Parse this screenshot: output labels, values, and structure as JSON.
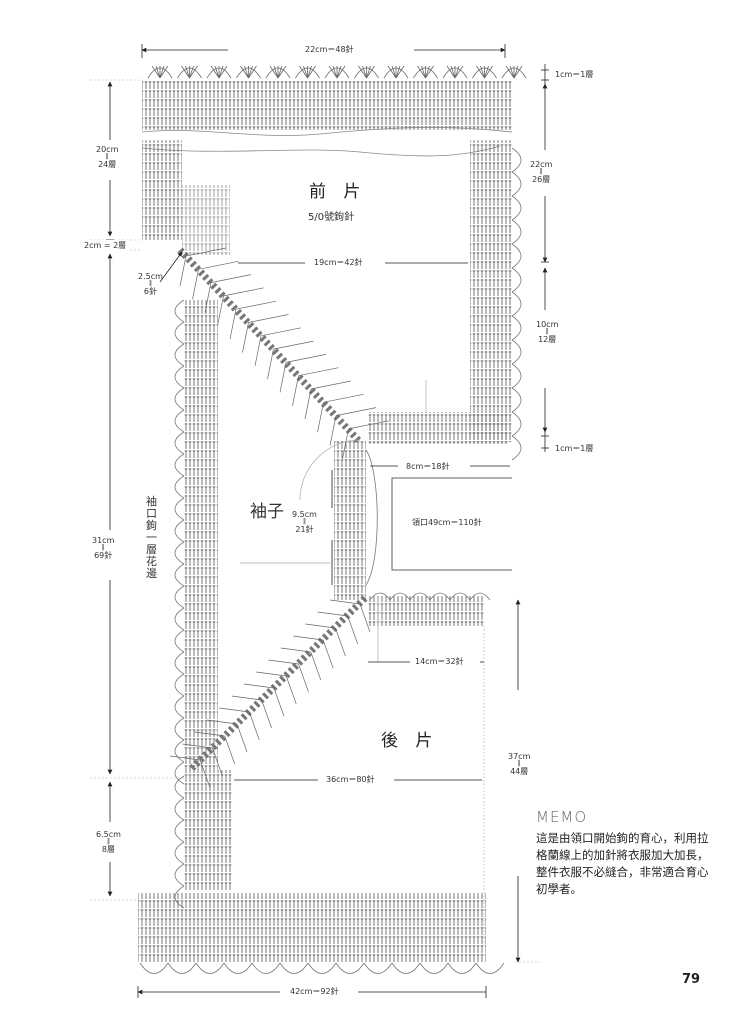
{
  "front_piece": {
    "name": "前 片",
    "hook": "5/0號鉤針"
  },
  "sleeve": {
    "name": "袖子"
  },
  "back_piece": {
    "name": "後 片"
  },
  "cuff_note": "袖口鉤一層花邊",
  "measurements": {
    "top_width": "22cm＝48針",
    "top_border": "1cm＝1層",
    "front_height_right": [
      "22cm",
      "26層"
    ],
    "front_height_left": [
      "20cm",
      "24層"
    ],
    "front_step": [
      "2cm",
      "2層"
    ],
    "front_shoulder": [
      "2.5cm",
      "6針"
    ],
    "front_inner_width": "19cm＝42針",
    "front_hem": [
      "10cm",
      "12層"
    ],
    "bottom_border": "1cm＝1層",
    "neck_width": "8cm＝18針",
    "sleeve_depth": [
      "9.5cm",
      "21針"
    ],
    "neckline": "領口49cm＝110針",
    "sleeve_length": [
      "31cm",
      "69針"
    ],
    "back_neck": "14cm＝32針",
    "back_width": "36cm＝80針",
    "back_height": [
      "37cm",
      "44層"
    ],
    "back_hem_left": [
      "6.5cm",
      "8層"
    ],
    "bottom_width": "42cm＝92針"
  },
  "memo": {
    "title": "MEMO",
    "text": "這是由領口開始鉤的育心，利用拉格蘭線上的加針將衣服加大加長，整件衣服不必縫合，非常適合育心初學者。"
  },
  "page_number": "79"
}
